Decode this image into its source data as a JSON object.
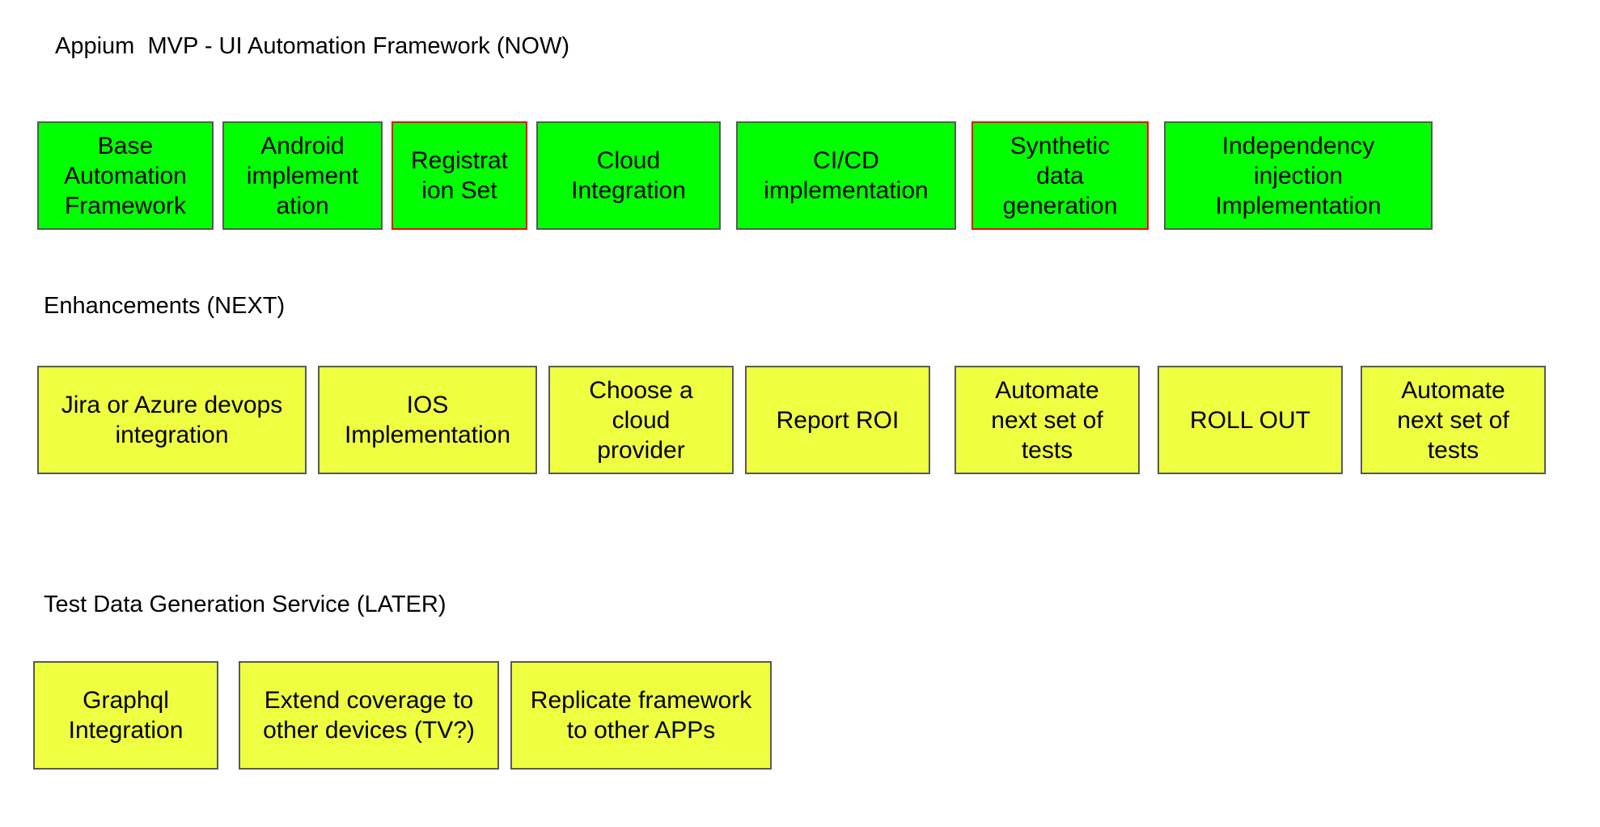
{
  "sections": {
    "now": {
      "title": "Appium  MVP - UI Automation Framework (NOW)",
      "color": "#00ff00",
      "items": [
        {
          "label": "Base\nAutomation\nFramework"
        },
        {
          "label": "Android\nimplement\nation"
        },
        {
          "label": "Registrat\nion Set",
          "border": "#ff0000"
        },
        {
          "label": "Cloud\nIntegration"
        },
        {
          "label": "CI/CD\nimplementation"
        },
        {
          "label": "Synthetic\ndata\ngeneration",
          "border": "#ff0000"
        },
        {
          "label": "Independency\ninjection\nImplementation"
        }
      ]
    },
    "next": {
      "title": "Enhancements (NEXT)",
      "color": "#eeff41",
      "items": [
        {
          "label": "Jira or Azure devops\nintegration"
        },
        {
          "label": "IOS\nImplementation"
        },
        {
          "label": "Choose a\ncloud\nprovider"
        },
        {
          "label": "Report ROI"
        },
        {
          "label": "Automate\nnext set of\ntests"
        },
        {
          "label": "ROLL OUT"
        },
        {
          "label": "Automate\nnext set of\ntests"
        }
      ]
    },
    "later": {
      "title": "Test Data Generation Service (LATER)",
      "color": "#eeff41",
      "items": [
        {
          "label": "Graphql\nIntegration"
        },
        {
          "label": "Extend coverage to\nother devices (TV?)"
        },
        {
          "label": "Replicate framework\nto other APPs"
        }
      ]
    }
  }
}
